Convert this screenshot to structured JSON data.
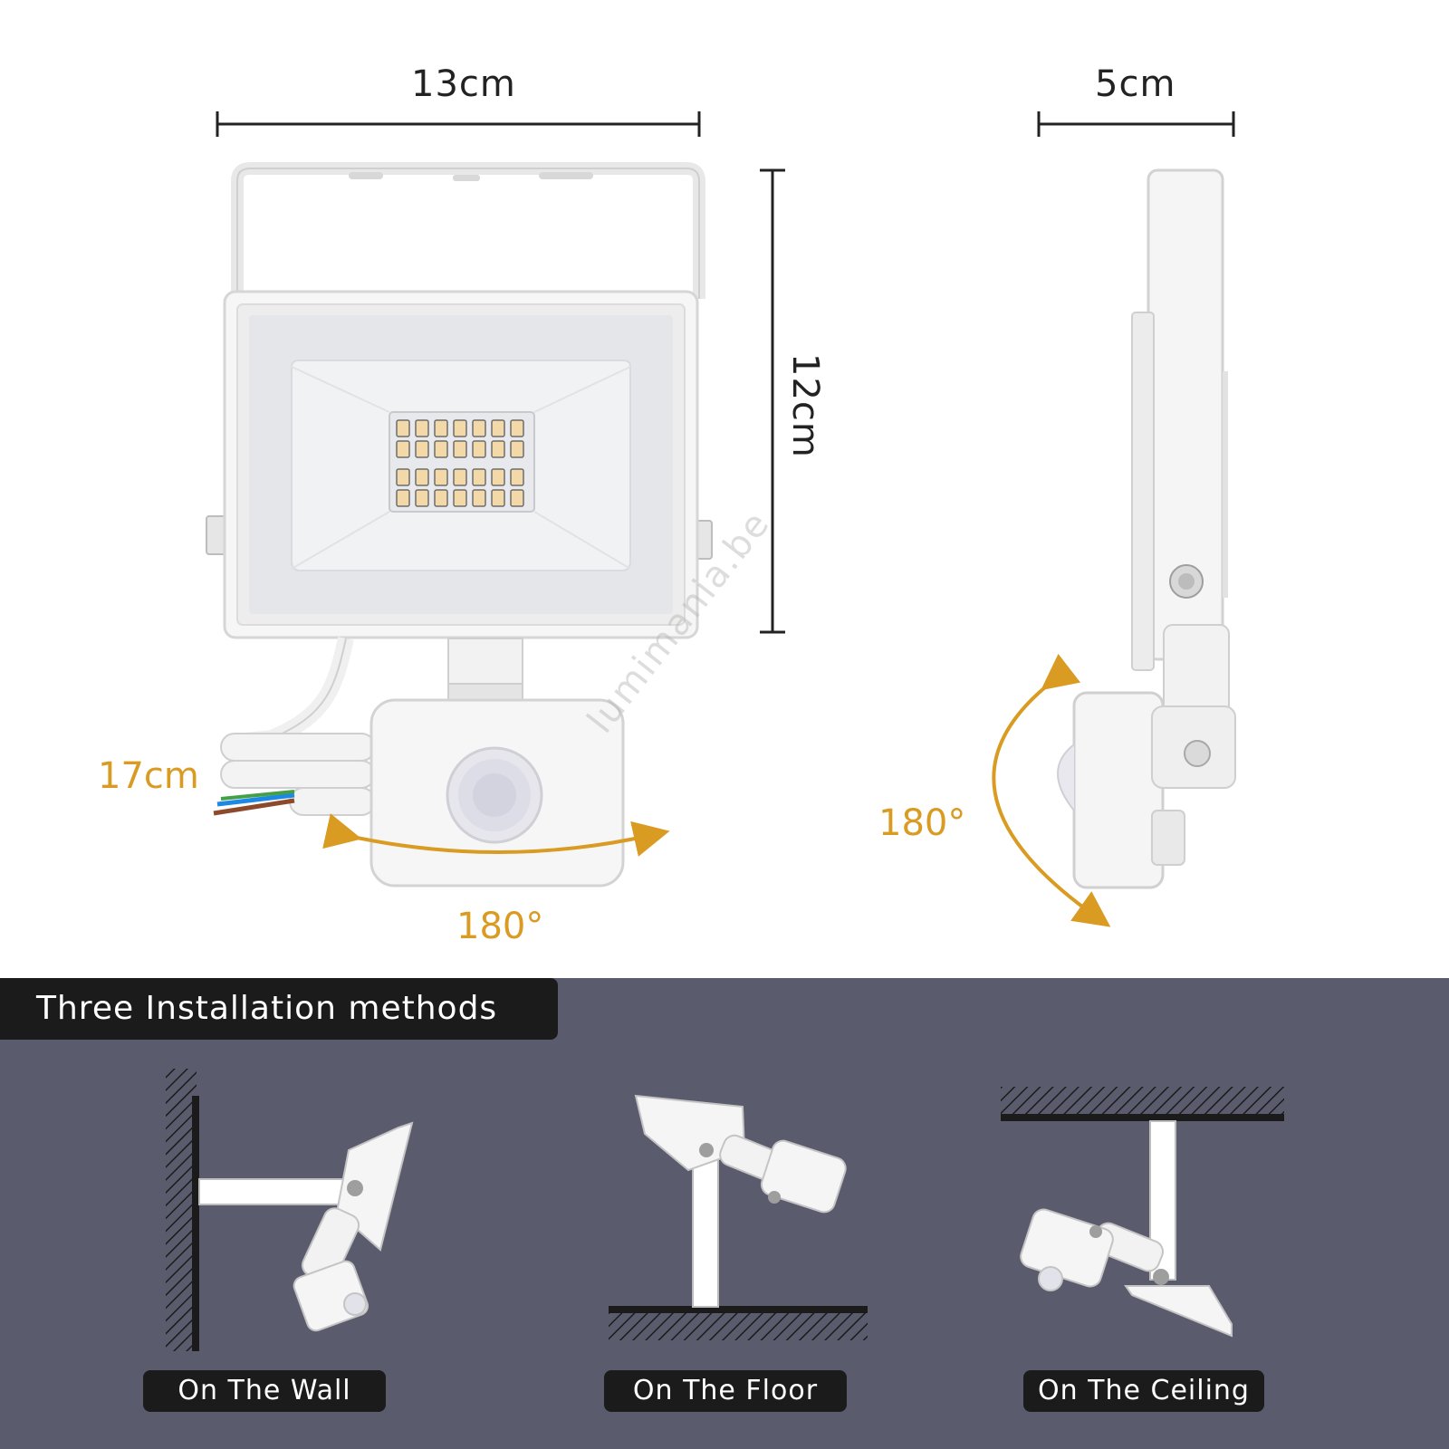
{
  "dimensions": {
    "width_front": "13cm",
    "depth_side": "5cm",
    "height_front": "12cm",
    "cable_length": "17cm",
    "sensor_rotation_front": "180°",
    "sensor_rotation_side": "180°"
  },
  "watermark": "lumimania.be",
  "installation": {
    "title": "Three Installation methods",
    "methods": [
      {
        "label": "On The Wall"
      },
      {
        "label": "On The Floor"
      },
      {
        "label": "On The Ceiling"
      }
    ]
  },
  "colors": {
    "accent": "#d99b22",
    "panel": "#5a5c6e",
    "label_bg": "#1b1b1b"
  }
}
